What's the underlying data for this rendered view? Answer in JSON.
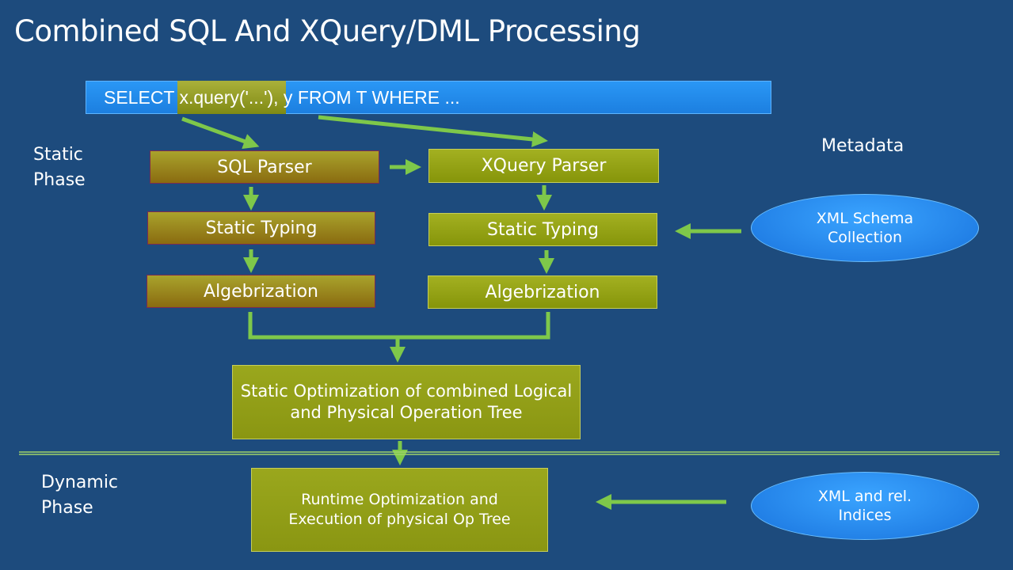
{
  "title": "Combined SQL And XQuery/DML Processing",
  "query": "SELECT x.query('...'), y FROM T WHERE ...",
  "phases": {
    "static": "Static\nPhase",
    "dynamic": "Dynamic\nPhase"
  },
  "metadata_label": "Metadata",
  "sql_column": {
    "parser": "SQL Parser",
    "typing": "Static Typing",
    "algebrization": "Algebrization"
  },
  "xquery_column": {
    "parser": "XQuery Parser",
    "typing": "Static Typing",
    "algebrization": "Algebrization"
  },
  "optimization": "Static Optimization of combined Logical and Physical Operation Tree",
  "runtime": "Runtime Optimization and Execution of physical Op Tree",
  "schema_collection": "XML Schema Collection",
  "indices": "XML and rel. Indices",
  "colors": {
    "background": "#1d4b7d",
    "arrow": "#7ec84a",
    "query_bar": "#1c7fe0",
    "olive": "#8a9612"
  }
}
